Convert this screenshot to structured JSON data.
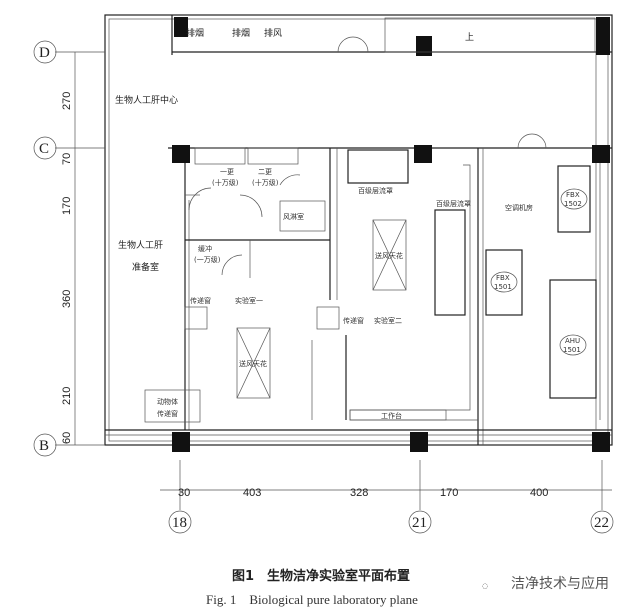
{
  "rooms": {
    "smoke_exhaust_1": "排烟",
    "smoke_exhaust_2": "排烟",
    "exhaust": "排风",
    "up": "上",
    "center": "生物人工肝中心",
    "prep_room_line1": "生物人工肝",
    "prep_room_line2": "准备室",
    "change1_line1": "一更",
    "change1_line2": "(十万级)",
    "change2_line1": "二更",
    "change2_line2": "(十万级)",
    "buffer_line1": "缓冲",
    "buffer_line2": "(一万级)",
    "air_shower": "风淋室",
    "laminar_hood_1": "百级层流罩",
    "laminar_hood_2": "百级层流罩",
    "ac_room": "空调机房",
    "fbx1502_a": "FBX",
    "fbx1502_b": "1502",
    "fbx1501_a": "FBX",
    "fbx1501_b": "1501",
    "ahu1501_a": "AHU",
    "ahu1501_b": "1501",
    "pass_window_1": "传递窗",
    "lab1": "实验室一",
    "pass_window_2": "传递窗",
    "lab2": "实验室二",
    "supply_ceiling_1": "送风天花",
    "supply_ceiling_2": "送风天花",
    "animal_pass_line1": "动物体",
    "animal_pass_line2": "传递窗",
    "workbench": "工作台"
  },
  "axes": {
    "rows": [
      "D",
      "C",
      "B"
    ],
    "cols": [
      "18",
      "21",
      "22"
    ]
  },
  "dimensions": {
    "vertical": [
      "270",
      "70",
      "170",
      "360",
      "210",
      "60"
    ],
    "horizontal": [
      "30",
      "403",
      "328",
      "170",
      "400"
    ]
  },
  "caption": {
    "cn": "图1　生物洁净实验室平面布置",
    "en": "Fig. 1　Biological pure laboratory plane"
  },
  "watermark": "洁净技术与应用"
}
